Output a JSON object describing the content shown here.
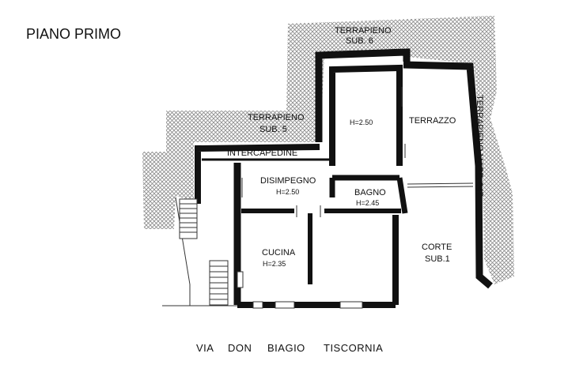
{
  "title": "PIANO PRIMO",
  "labels": {
    "terrapieno_sub6_a": "TERRAPIENO",
    "terrapieno_sub6_b": "SUB. 6",
    "terrapieno_sub5_a": "TERRAPIENO",
    "terrapieno_sub5_b": "SUB. 5",
    "terrapieno_mapp": "TERRAPIENO MAPP. 947",
    "intercapedine": "INTERCAPEDINE",
    "disimpegno": "DISIMPEGNO",
    "disimpegno_h": "H=2.50",
    "room_h250": "H=2.50",
    "terrazzo": "TERRAZZO",
    "bagno": "BAGNO",
    "bagno_h": "H=2.45",
    "cucina": "CUCINA",
    "cucina_h": "H=2.35",
    "corte": "CORTE",
    "corte_sub": "SUB.1"
  },
  "street": {
    "w1": "VIA",
    "w2": "DON",
    "w3": "BIAGIO",
    "w4": "TISCORNIA"
  },
  "colors": {
    "wall": "#111111",
    "hatch": "#8a8a8a",
    "line": "#333333"
  }
}
